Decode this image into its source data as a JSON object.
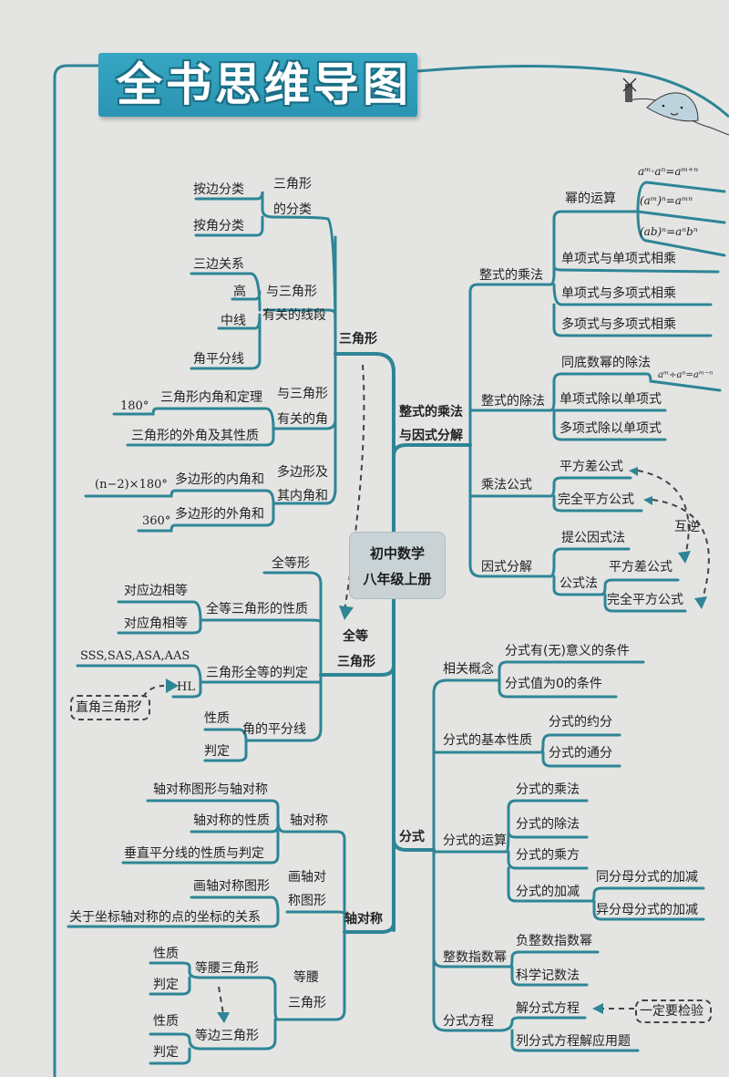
{
  "title": "全书思维导图",
  "colors": {
    "line": "#2e8596",
    "banner": "#2fa0bd",
    "page": "#e4e5e3",
    "center_box": "#c9d3d6"
  },
  "center": {
    "line1": "初中数学",
    "line2": "八年级上册"
  },
  "left": {
    "triangle": {
      "label": "三角形",
      "classification": {
        "label1": "三角形",
        "label2": "的分类",
        "items": [
          "按边分类",
          "按角分类"
        ]
      },
      "segments": {
        "label1": "与三角形",
        "label2": "有关的线段",
        "items": [
          "三边关系",
          "高",
          "中线",
          "角平分线"
        ]
      },
      "angles": {
        "label1": "与三角形",
        "label2": "有关的角",
        "items": [
          "三角形内角和定理",
          "三角形的外角及其性质"
        ],
        "note": "180°"
      },
      "polygon": {
        "label1": "多边形及",
        "label2": "其内角和",
        "items": [
          "多边形的内角和",
          "多边形的外角和"
        ],
        "notes": [
          "(n−2)×180°",
          "360°"
        ]
      }
    },
    "congruent": {
      "label1": "全等",
      "label2": "三角形",
      "figure": "全等形",
      "properties": {
        "label": "全等三角形的性质",
        "items": [
          "对应边相等",
          "对应角相等"
        ]
      },
      "criteria": {
        "label": "三角形全等的判定",
        "items": [
          "SSS,SAS,ASA,AAS",
          "HL"
        ],
        "note": "直角三角形"
      },
      "bisector": {
        "label": "角的平分线",
        "items": [
          "性质",
          "判定"
        ]
      }
    },
    "symmetry": {
      "label": "轴对称",
      "axial": {
        "label": "轴对称",
        "items": [
          "轴对称图形与轴对称",
          "轴对称的性质",
          "垂直平分线的性质与判定"
        ]
      },
      "drawing": {
        "label1": "画轴对",
        "label2": "称图形",
        "items": [
          "画轴对称图形",
          "关于坐标轴对称的点的坐标的关系"
        ]
      },
      "isosceles": {
        "label1": "等腰",
        "label2": "三角形",
        "isosceles": {
          "label": "等腰三角形",
          "items": [
            "性质",
            "判定"
          ]
        },
        "equilateral": {
          "label": "等边三角形",
          "items": [
            "性质",
            "判定"
          ]
        }
      }
    }
  },
  "right": {
    "polynomial": {
      "label1": "整式的乘法",
      "label2": "与因式分解",
      "multiplication": {
        "label": "整式的乘法",
        "power": {
          "label": "幂的运算",
          "formulas": [
            "aᵐ·aⁿ=aᵐ⁺ⁿ",
            "(aᵐ)ⁿ=aᵐⁿ",
            "(ab)ⁿ=aⁿbⁿ"
          ]
        },
        "items": [
          "单项式与单项式相乘",
          "单项式与多项式相乘",
          "多项式与多项式相乘"
        ]
      },
      "division": {
        "label": "整式的除法",
        "items": [
          "同底数幂的除法",
          "单项式除以单项式",
          "多项式除以单项式"
        ],
        "formula": "aᵐ÷aⁿ=aᵐ⁻ⁿ"
      },
      "formulas": {
        "label": "乘法公式",
        "items": [
          "平方差公式",
          "完全平方公式"
        ]
      },
      "factoring": {
        "label": "因式分解",
        "items": [
          "提公因式法"
        ],
        "formula_method": {
          "label": "公式法",
          "items": [
            "平方差公式",
            "完全平方公式"
          ]
        },
        "relation": "互逆"
      }
    },
    "fraction": {
      "label": "分式",
      "concepts": {
        "label": "相关概念",
        "items": [
          "分式有(无)意义的条件",
          "分式值为0的条件"
        ]
      },
      "basic": {
        "label": "分式的基本性质",
        "items": [
          "分式的约分",
          "分式的通分"
        ]
      },
      "operations": {
        "label": "分式的运算",
        "items": [
          "分式的乘法",
          "分式的除法",
          "分式的乘方"
        ],
        "addsub": {
          "label": "分式的加减",
          "items": [
            "同分母分式的加减",
            "异分母分式的加减"
          ]
        }
      },
      "exponent": {
        "label": "整数指数幂",
        "items": [
          "负整数指数幂",
          "科学记数法"
        ]
      },
      "equation": {
        "label": "分式方程",
        "items": [
          "解分式方程",
          "列分式方程解应用题"
        ],
        "note": "一定要检验"
      }
    }
  }
}
